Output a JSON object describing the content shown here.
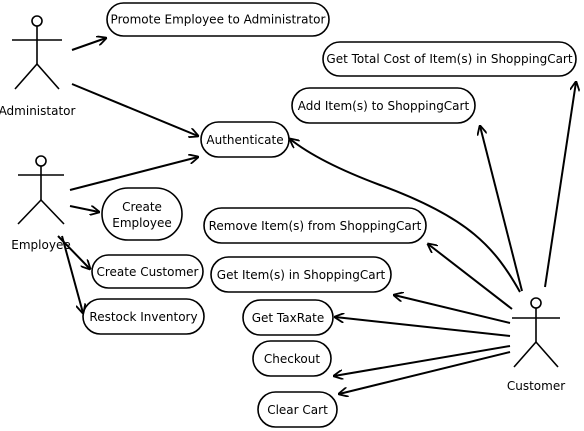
{
  "actors": {
    "administrator": "Administator",
    "employee": "Employee",
    "customer": "Customer"
  },
  "use_cases": {
    "promote_employee": "Promote Employee to Administrator",
    "get_total_cost": "Get Total Cost of Item(s) in ShoppingCart",
    "add_items": "Add Item(s) to ShoppingCart",
    "authenticate": "Authenticate",
    "create_employee_line1": "Create",
    "create_employee_line2": "Employee",
    "remove_items": "Remove Item(s) from ShoppingCart",
    "create_customer": "Create Customer",
    "get_items": "Get Item(s) in ShoppingCart",
    "restock_inventory": "Restock Inventory",
    "get_taxrate": "Get TaxRate",
    "checkout": "Checkout",
    "clear_cart": "Clear Cart"
  },
  "colors": {
    "stroke": "#000000",
    "background": "#ffffff"
  }
}
